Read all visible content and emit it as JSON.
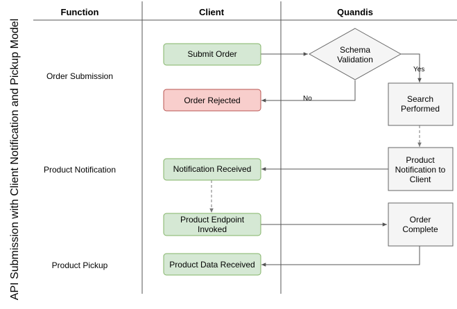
{
  "title": "API Submission with Client Notification and Pickup Model",
  "columns": [
    "Function",
    "Client",
    "Quandis"
  ],
  "rows": [
    "Order Submission",
    "Product Notification",
    "Product Pickup"
  ],
  "nodes": {
    "submit_order": "Submit Order",
    "order_rejected": "Order Rejected",
    "notification_received": "Notification Received",
    "product_endpoint_invoked": [
      "Product Endpoint",
      "Invoked"
    ],
    "product_data_received": "Product Data Received",
    "schema_validation": [
      "Schema",
      "Validation"
    ],
    "search_performed": [
      "Search",
      "Performed"
    ],
    "product_notification": [
      "Product",
      "Notification to",
      "Client"
    ],
    "order_complete": [
      "Order",
      "Complete"
    ]
  },
  "edge_labels": {
    "yes": "Yes",
    "no": "No"
  },
  "colors": {
    "client_fill": "#d5e8d4",
    "client_stroke": "#82b366",
    "rejected_fill": "#f8cecc",
    "rejected_stroke": "#b85450",
    "quandis_fill": "#f5f5f5",
    "quandis_stroke": "#666666"
  }
}
